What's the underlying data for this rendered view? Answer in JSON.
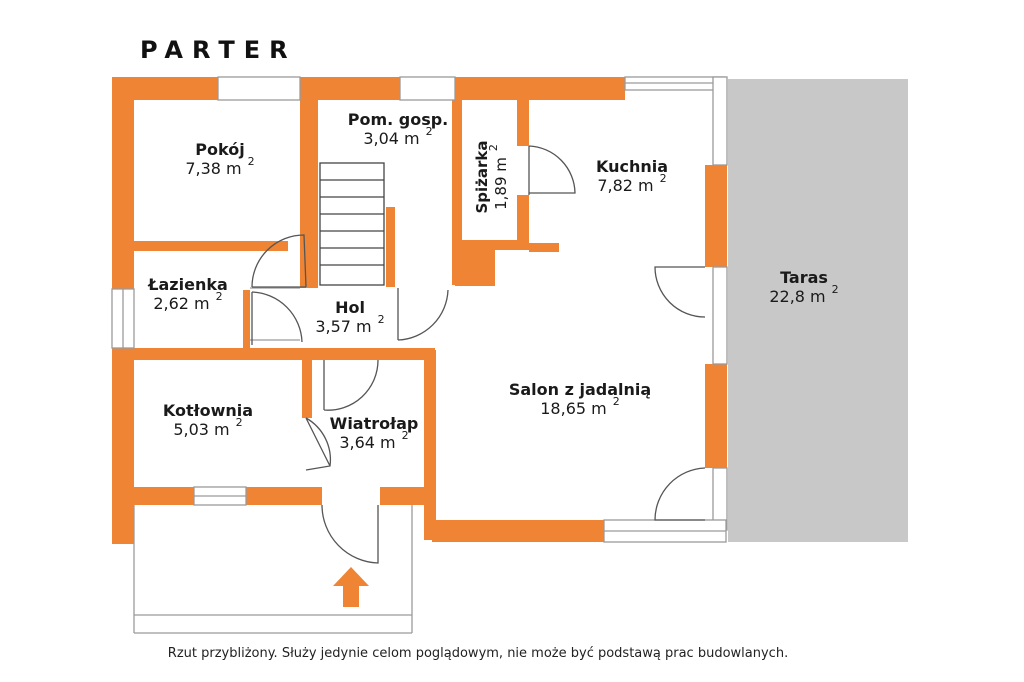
{
  "title": "PARTER",
  "note": "Rzut przybliżony. Służy jedynie celom poglądowym, nie może być podstawą prac budowlanych.",
  "unit_sup": "2",
  "colors": {
    "wall": "#EE8434",
    "terrace": "#C8C8C8",
    "line": "#9a9a9a"
  },
  "rooms": {
    "pokoj": {
      "name": "Pokój",
      "area": "7,38 m"
    },
    "pom_gosp": {
      "name": "Pom. gosp.",
      "area": "3,04 m"
    },
    "spizarka": {
      "name": "Spiżarka",
      "area": "1,89 m"
    },
    "kuchnia": {
      "name": "Kuchnia",
      "area": "7,82 m"
    },
    "lazienka": {
      "name": "Łazienka",
      "area": "2,62 m"
    },
    "hol": {
      "name": "Hol",
      "area": "3,57 m"
    },
    "taras": {
      "name": "Taras",
      "area": "22,8 m"
    },
    "salon": {
      "name": "Salon z jadalnią",
      "area": "18,65 m"
    },
    "kotlownia": {
      "name": "Kotłownia",
      "area": "5,03 m"
    },
    "wiatrolap": {
      "name": "Wiatrołap",
      "area": "3,64 m"
    }
  },
  "icons": {
    "entrance": "entrance-arrow-icon"
  }
}
